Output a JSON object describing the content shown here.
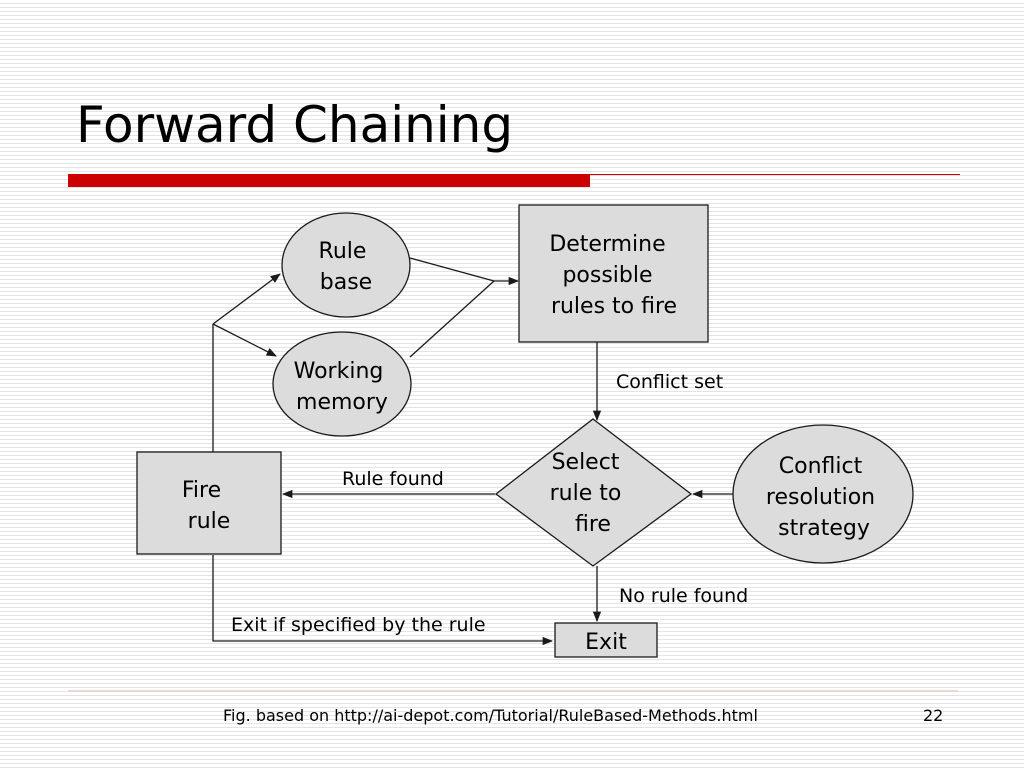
{
  "slide": {
    "title": "Forward Chaining",
    "footer": "Fig. based on http://ai-depot.com/Tutorial/RuleBased-Methods.html",
    "page_number": "22"
  },
  "diagram": {
    "nodes": {
      "rule_base": [
        "Rule",
        "base"
      ],
      "working_memory": [
        "Working",
        "memory"
      ],
      "determine": [
        "Determine",
        "possible",
        "rules to fire"
      ],
      "select": [
        "Select",
        "rule to",
        "fire"
      ],
      "conflict_resolution": [
        "Conflict",
        "resolution",
        "strategy"
      ],
      "fire_rule": [
        "Fire",
        "rule"
      ],
      "exit": [
        "Exit"
      ]
    },
    "edge_labels": {
      "conflict_set": "Conflict set",
      "rule_found": "Rule found",
      "no_rule_found": "No rule found",
      "exit_if": "Exit if specified by the rule"
    },
    "colors": {
      "node_fill": "#dcdcdc",
      "stroke": "#1a1a1a",
      "accent": "#cc0000"
    }
  }
}
